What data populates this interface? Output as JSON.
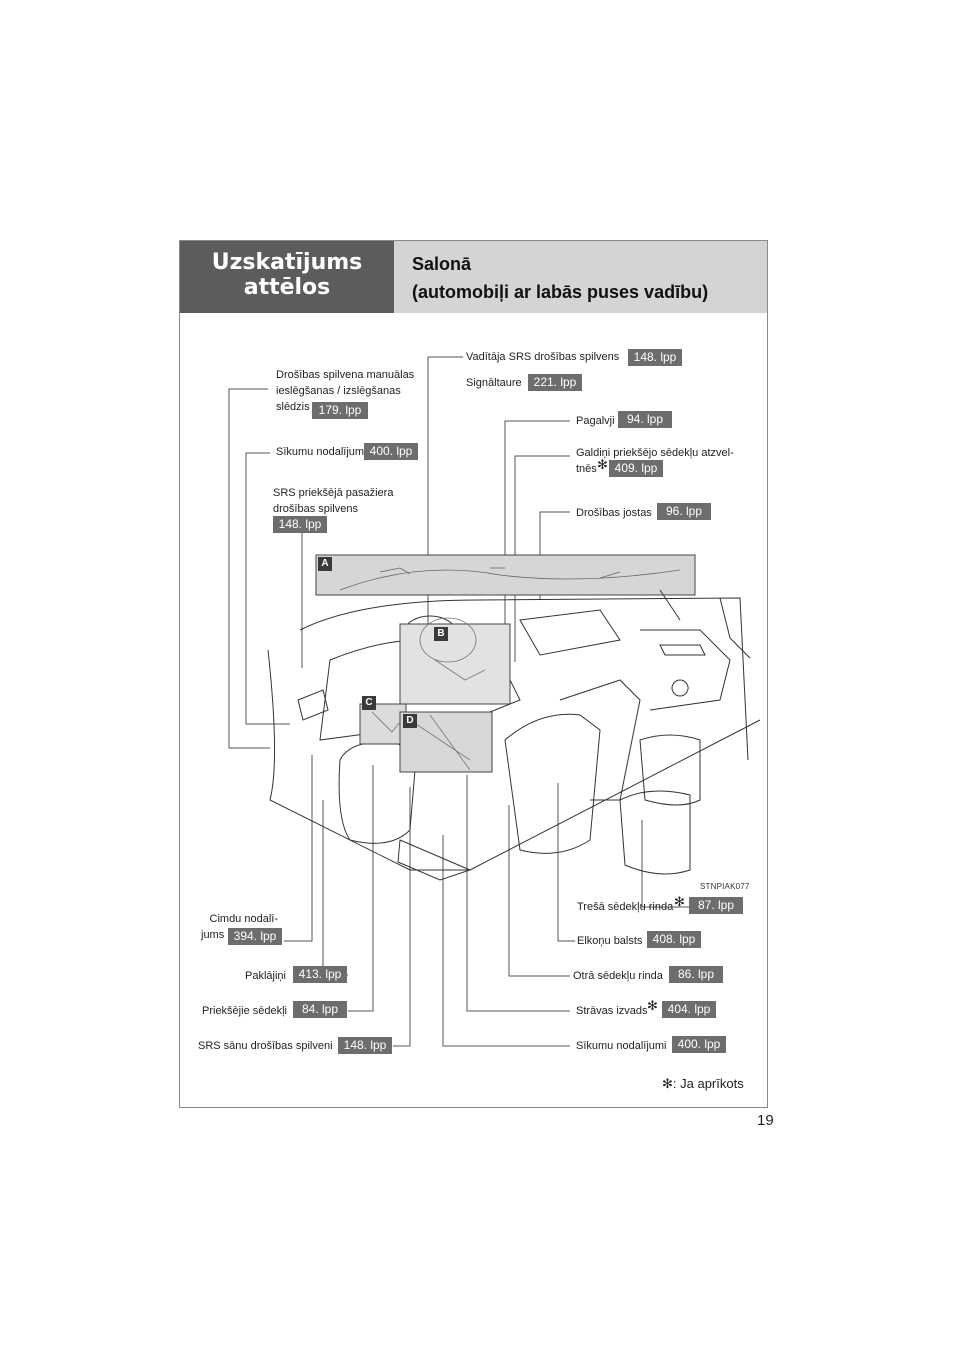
{
  "header": {
    "section_line1": "Uzskatījums",
    "section_line2": "attēlos",
    "title_line1": "Salonā",
    "title_line2": "(automobiļi ar labās puses vadību)"
  },
  "callouts": {
    "airbag_switch": {
      "line1": "Drošības spilvena manuālas",
      "line2": "ieslēgšanas / izslēgšanas",
      "line3": "slēdzis",
      "page": "179. lpp"
    },
    "storage_top": {
      "label": "Sīkumu nodalījums",
      "page": "400. lpp"
    },
    "passenger_airbag": {
      "line1": "SRS priekšējā pasažiera",
      "line2": "drošības spilvens",
      "page": "148. lpp"
    },
    "driver_airbag": {
      "label": "Vadītāja SRS drošības spilvens",
      "page": "148. lpp"
    },
    "horn": {
      "label": "Signāltaure",
      "page": "221. lpp"
    },
    "headrests": {
      "label": "Pagalvji",
      "page": "94. lpp"
    },
    "seatback_tables": {
      "line1": "Galdiņi priekšējo sēdekļu atzvel-",
      "line2": "tnēs",
      "page": "409. lpp"
    },
    "seat_belts": {
      "label": "Drošības jostas",
      "page": "96. lpp"
    },
    "glovebox": {
      "line1": "Cimdu nodalī-",
      "line2": "jums",
      "page": "394. lpp"
    },
    "floor_mats": {
      "label": "Paklājiņi",
      "page": "413. lpp"
    },
    "front_seats": {
      "label": "Priekšējie sēdekļi",
      "page": "84. lpp"
    },
    "side_airbags": {
      "label": "SRS sānu drošības spilveni",
      "page": "148. lpp"
    },
    "third_row": {
      "label": "Trešā sēdekļu rinda",
      "page": "87. lpp"
    },
    "armrest": {
      "label": "Elkoņu balsts",
      "page": "408. lpp"
    },
    "second_row": {
      "label": "Otrā sēdekļu rinda",
      "page": "86. lpp"
    },
    "power_outlet": {
      "label": "Strāvas izvads",
      "page": "404. lpp"
    },
    "storage_bottom": {
      "label": "Sīkumu nodalījumi",
      "page": "400. lpp"
    }
  },
  "markers": {
    "a": "A",
    "b": "B",
    "c": "C",
    "d": "D"
  },
  "star_symbol": "✻",
  "image_code": "STNPIAK077",
  "footnote": ": Ja aprīkots",
  "page_number": "19"
}
